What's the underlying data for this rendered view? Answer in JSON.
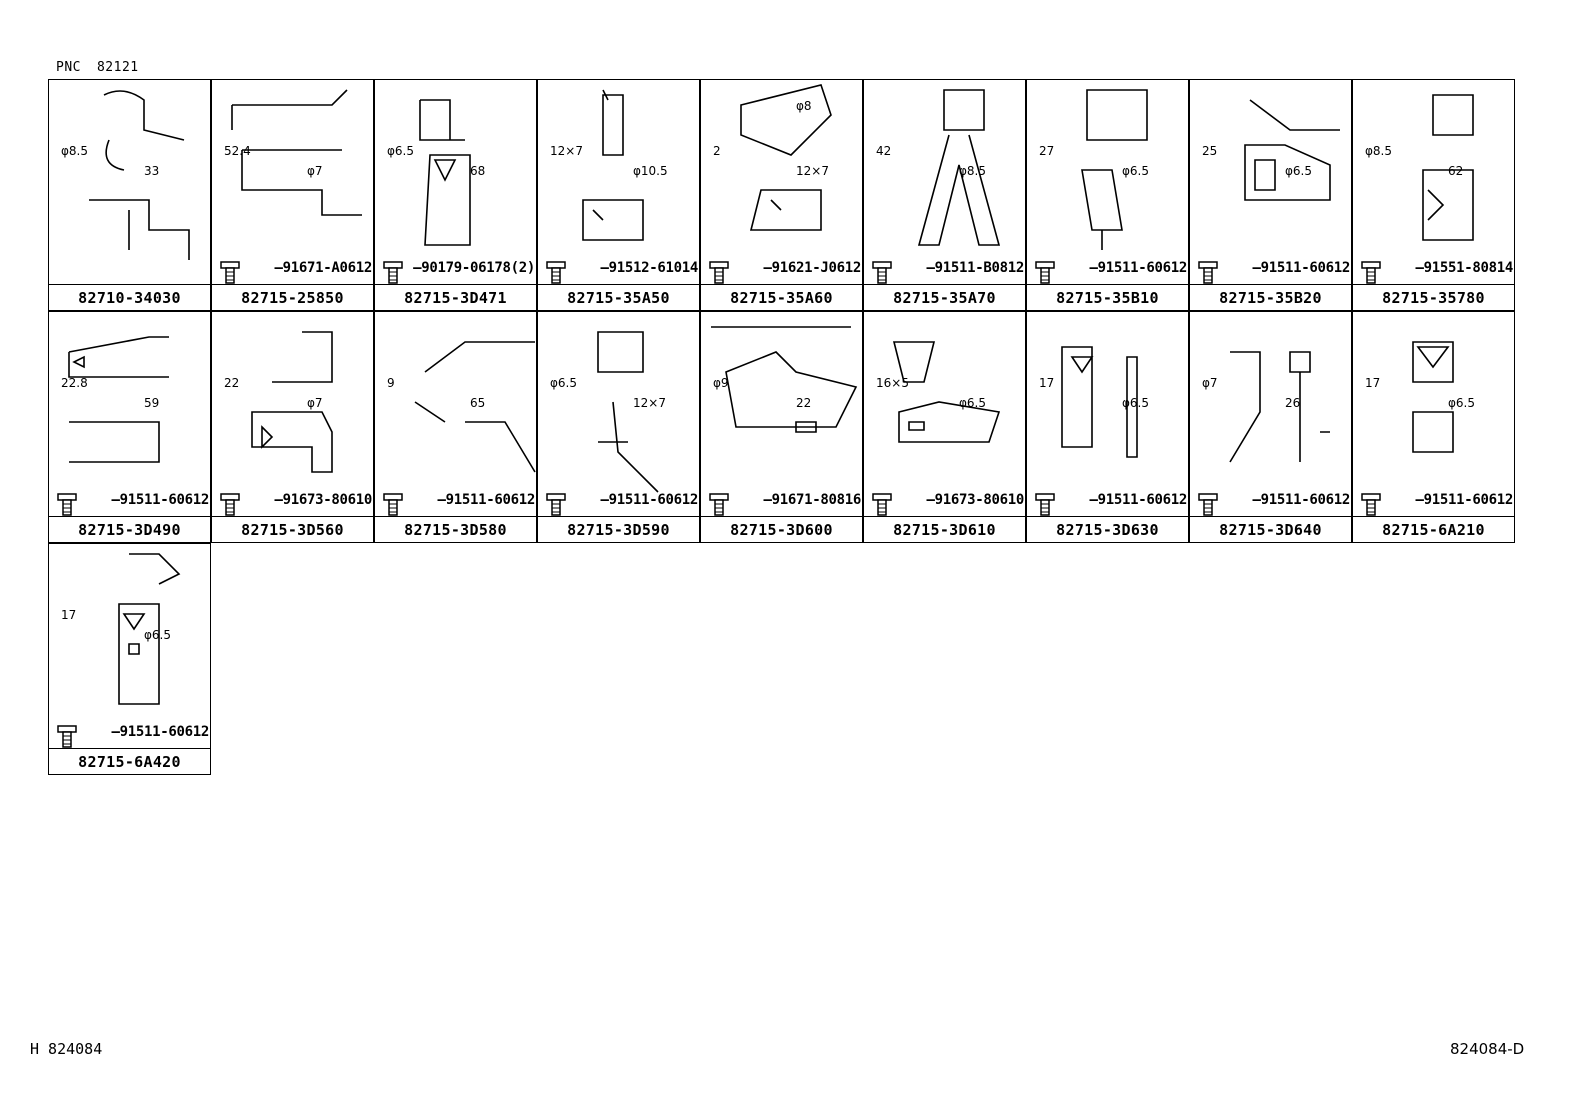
{
  "header": {
    "pnc_label": "PNC",
    "pnc_code": "82121"
  },
  "cells": [
    {
      "part": "82710-34030",
      "bolt": "",
      "dims": [
        "φ8.5",
        "33"
      ]
    },
    {
      "part": "82715-25850",
      "bolt": "—91671-A0612",
      "dims": [
        "52.4",
        "φ7"
      ]
    },
    {
      "part": "82715-3D471",
      "bolt": "—90179-06178(2)",
      "dims": [
        "φ6.5",
        "68"
      ]
    },
    {
      "part": "82715-35A50",
      "bolt": "—91512-61014",
      "dims": [
        "12×7",
        "φ10.5"
      ]
    },
    {
      "part": "82715-35A60",
      "bolt": "—91621-J0612",
      "dims": [
        "2",
        "12×7",
        "φ8"
      ]
    },
    {
      "part": "82715-35A70",
      "bolt": "—91511-B0812",
      "dims": [
        "42",
        "φ8.5"
      ]
    },
    {
      "part": "82715-35B10",
      "bolt": "—91511-60612",
      "dims": [
        "27",
        "φ6.5"
      ]
    },
    {
      "part": "82715-35B20",
      "bolt": "—91511-60612",
      "dims": [
        "25",
        "φ6.5"
      ]
    },
    {
      "part": "82715-35780",
      "bolt": "—91551-80814",
      "dims": [
        "φ8.5",
        "62"
      ]
    },
    {
      "part": "82715-3D490",
      "bolt": "—91511-60612",
      "dims": [
        "22.8",
        "59"
      ]
    },
    {
      "part": "82715-3D560",
      "bolt": "—91673-80610",
      "dims": [
        "22",
        "φ7"
      ]
    },
    {
      "part": "82715-3D580",
      "bolt": "—91511-60612",
      "dims": [
        "9",
        "65"
      ]
    },
    {
      "part": "82715-3D590",
      "bolt": "—91511-60612",
      "dims": [
        "φ6.5",
        "12×7"
      ]
    },
    {
      "part": "82715-3D600",
      "bolt": "—91671-80816",
      "dims": [
        "φ9",
        "22"
      ]
    },
    {
      "part": "82715-3D610",
      "bolt": "—91673-80610",
      "dims": [
        "16×5",
        "φ6.5"
      ]
    },
    {
      "part": "82715-3D630",
      "bolt": "—91511-60612",
      "dims": [
        "17",
        "φ6.5"
      ]
    },
    {
      "part": "82715-3D640",
      "bolt": "—91511-60612",
      "dims": [
        "φ7",
        "26"
      ]
    },
    {
      "part": "82715-6A210",
      "bolt": "—91511-60612",
      "dims": [
        "17",
        "φ6.5"
      ]
    },
    {
      "part": "82715-6A420",
      "bolt": "—91511-60612",
      "dims": [
        "17",
        "φ6.5"
      ]
    }
  ],
  "footer": {
    "left": "H  824084",
    "right": "824084-D"
  }
}
